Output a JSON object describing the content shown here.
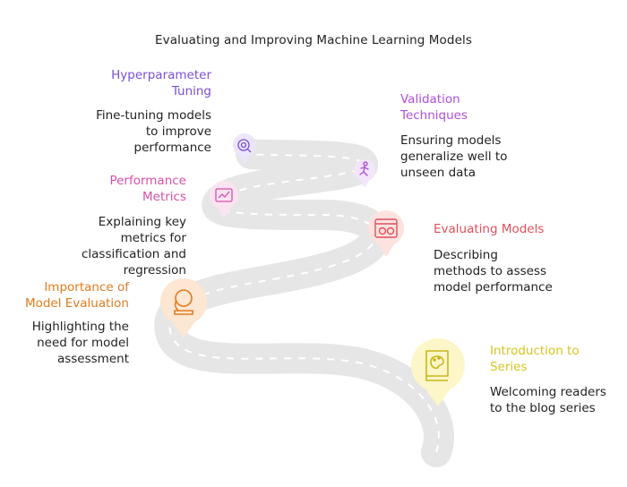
{
  "title": "Evaluating and Improving Machine Learning Models",
  "colors": {
    "road": "#e6e6e6",
    "road_dash": "#ffffff",
    "hyper": "#7b4fd4",
    "validation": "#b14fd9",
    "performance": "#d94fa8",
    "evaluating": "#e0505a",
    "importance": "#e07b1f",
    "intro": "#d6c51c"
  },
  "milestones": [
    {
      "key": "hyper",
      "label": "Hyperparameter\nTuning",
      "desc": "Fine-tuning models\nto improve\nperformance",
      "icon": "gear-search-icon"
    },
    {
      "key": "validation",
      "label": "Validation\nTechniques",
      "desc": "Ensuring models\ngeneralize well to\nunseen data",
      "icon": "running-person-icon"
    },
    {
      "key": "performance",
      "label": "Performance\nMetrics",
      "desc": "Explaining key\nmetrics for\nclassification and\nregression",
      "icon": "line-chart-icon"
    },
    {
      "key": "evaluating",
      "label": "Evaluating Models",
      "desc": "Describing\nmethods to assess\nmodel performance",
      "icon": "browser-window-icon"
    },
    {
      "key": "importance",
      "label": "Importance of\nModel Evaluation",
      "desc": "Highlighting the\nneed for model\nassessment",
      "icon": "magnifier-icon"
    },
    {
      "key": "intro",
      "label": "Introduction to\nSeries",
      "desc": "Welcoming readers\nto the blog series",
      "icon": "book-palette-icon"
    }
  ]
}
